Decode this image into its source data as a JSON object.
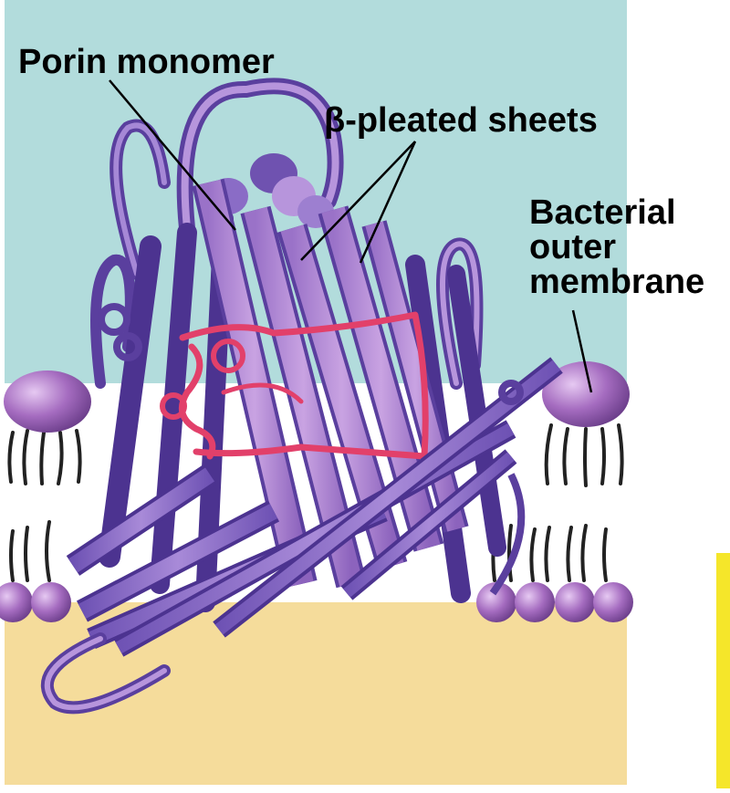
{
  "labels": {
    "porin_monomer": "Porin monomer",
    "beta_sheets": "β-pleated sheets",
    "bacterial_line1": "Bacterial",
    "bacterial_line2": "outer",
    "bacterial_line3": "membrane"
  },
  "colors": {
    "extracellular": "#b2dcdc",
    "periplasm": "#f5dc9b",
    "membrane_core": "#ffffff",
    "lipid_head": "#9a5fb4",
    "protein_main": "#8a6cc6",
    "protein_dark": "#5a3f9e",
    "protein_light": "#b591d8",
    "loop_red": "#e2406a",
    "marker_yellow": "#f5e62a"
  }
}
